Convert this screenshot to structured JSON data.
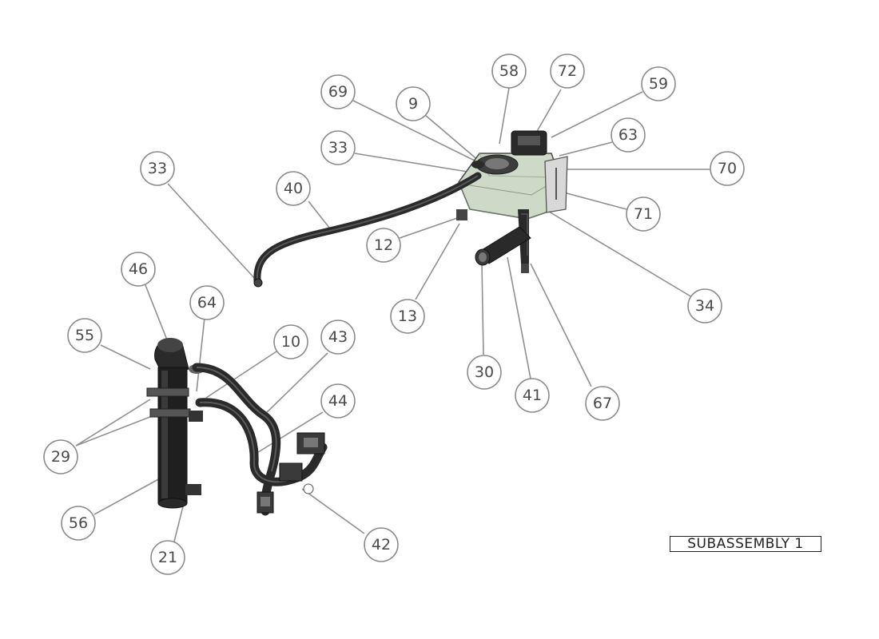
{
  "subassembly_label": "SUBASSEMBLY 1",
  "balloons": {
    "b58": "58",
    "b72": "72",
    "b59": "59",
    "b69": "69",
    "b9": "9",
    "b63": "63",
    "b33a": "33",
    "b70": "70",
    "b33b": "33",
    "b40": "40",
    "b71": "71",
    "b12": "12",
    "b34": "34",
    "b46": "46",
    "b64": "64",
    "b13": "13",
    "b55": "55",
    "b10": "10",
    "b43": "43",
    "b30": "30",
    "b41": "41",
    "b67": "67",
    "b44": "44",
    "b29": "29",
    "b56": "56",
    "b42": "42",
    "b21": "21"
  },
  "colors": {
    "tank": "#cfd9c8",
    "tank_shade": "#9fae98",
    "hose": "#2a2a2a",
    "metal": "#6b6b6b"
  }
}
